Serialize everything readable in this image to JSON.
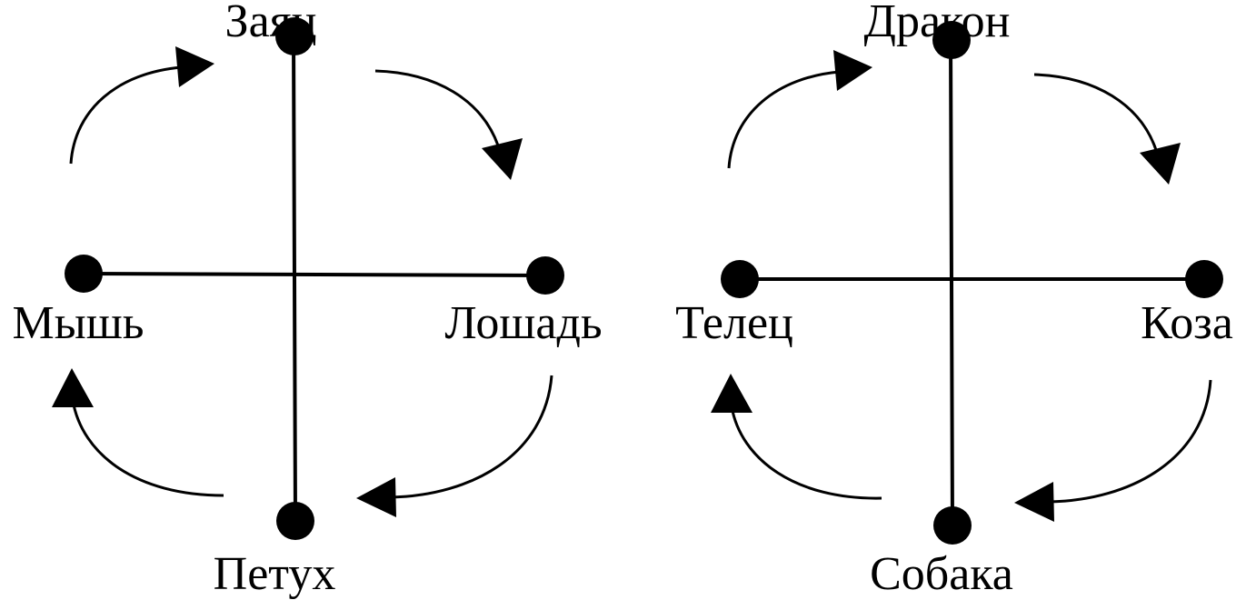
{
  "diagrams": [
    {
      "nodes": {
        "top": "Заяц",
        "left": "Мышь",
        "right": "Лошадь",
        "bottom": "Петух"
      }
    },
    {
      "nodes": {
        "top": "Дракон",
        "left": "Телец",
        "right": "Коза",
        "bottom": "Собака"
      }
    }
  ],
  "colors": {
    "ink": "#000000",
    "background": "#ffffff"
  }
}
